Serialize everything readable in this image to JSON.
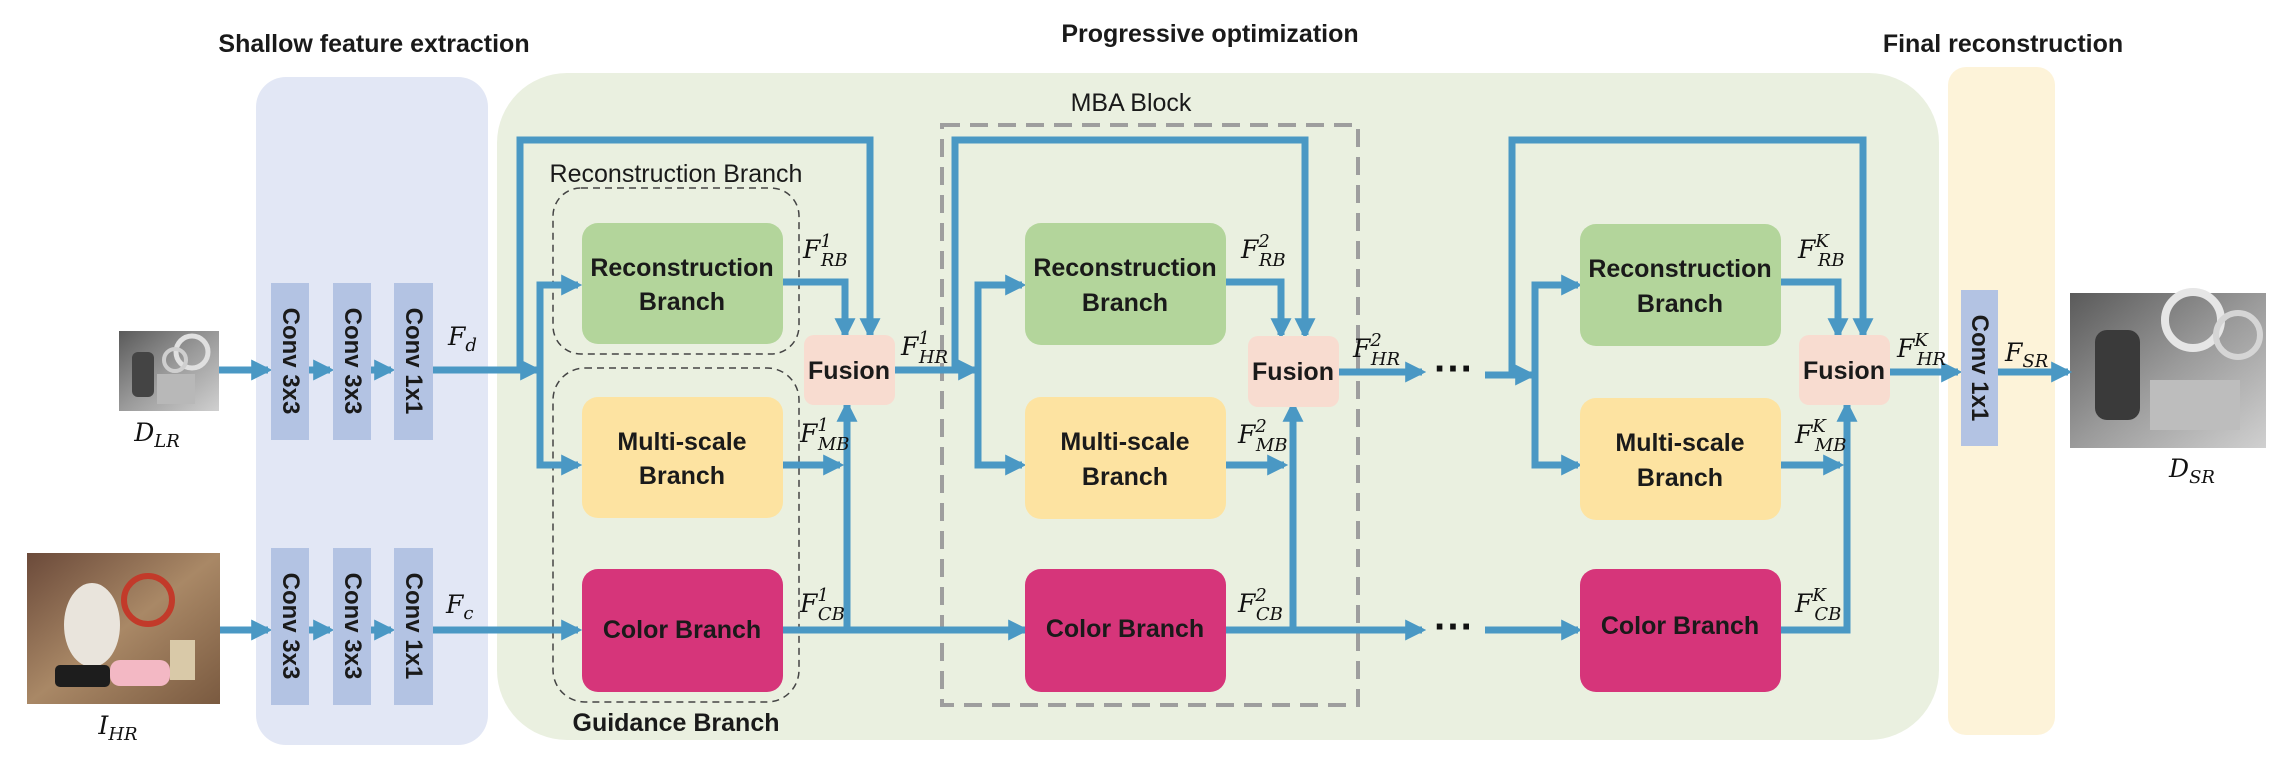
{
  "titles": {
    "shallow": "Shallow feature extraction",
    "progressive": "Progressive optimization",
    "final": "Final reconstruction",
    "mba": "MBA Block"
  },
  "groups": {
    "recon_branch": "Reconstruction Branch",
    "guidance_branch": "Guidance Branch"
  },
  "convs": {
    "conv3": "Conv 3x3",
    "conv1": "Conv 1x1"
  },
  "boxes": {
    "recon_line1": "Reconstruction",
    "recon_line2": "Branch",
    "ms_line1": "Multi-scale",
    "ms_line2": "Branch",
    "color": "Color Branch",
    "fusion": "Fusion"
  },
  "ellipsis": "···",
  "labels": {
    "D_LR": {
      "base": "D",
      "sub": "LR"
    },
    "I_HR": {
      "base": "I",
      "sub": "HR"
    },
    "D_SR": {
      "base": "D",
      "sub": "SR"
    },
    "F_d": {
      "base": "F",
      "sub": "d"
    },
    "F_c": {
      "base": "F",
      "sub": "c"
    },
    "F_SR": {
      "base": "F",
      "sub": "SR"
    },
    "F1_RB": {
      "base": "F",
      "sub": "RB",
      "sup": "1"
    },
    "F1_MB": {
      "base": "F",
      "sub": "MB",
      "sup": "1"
    },
    "F1_CB": {
      "base": "F",
      "sub": "CB",
      "sup": "1"
    },
    "F1_HR": {
      "base": "F",
      "sub": "HR",
      "sup": "1"
    },
    "F2_RB": {
      "base": "F",
      "sub": "RB",
      "sup": "2"
    },
    "F2_MB": {
      "base": "F",
      "sub": "MB",
      "sup": "2"
    },
    "F2_CB": {
      "base": "F",
      "sub": "CB",
      "sup": "2"
    },
    "F2_HR": {
      "base": "F",
      "sub": "HR",
      "sup": "2"
    },
    "FK_RB": {
      "base": "F",
      "sub": "RB",
      "sup": "K"
    },
    "FK_MB": {
      "base": "F",
      "sub": "MB",
      "sup": "K"
    },
    "FK_CB": {
      "base": "F",
      "sub": "CB",
      "sup": "K"
    },
    "FK_HR": {
      "base": "F",
      "sub": "HR",
      "sup": "K"
    }
  },
  "colors": {
    "flow": "#4a98c4",
    "shallow_bg": "#e2e7f5",
    "progressive_bg": "#eaf0e0",
    "final_bg": "#fdf3d9",
    "conv": "#b3c3e3",
    "recon": "#b3d59b",
    "multiscale": "#fde3a1",
    "color_branch": "#d6357a",
    "fusion": "#f8dcd0"
  }
}
